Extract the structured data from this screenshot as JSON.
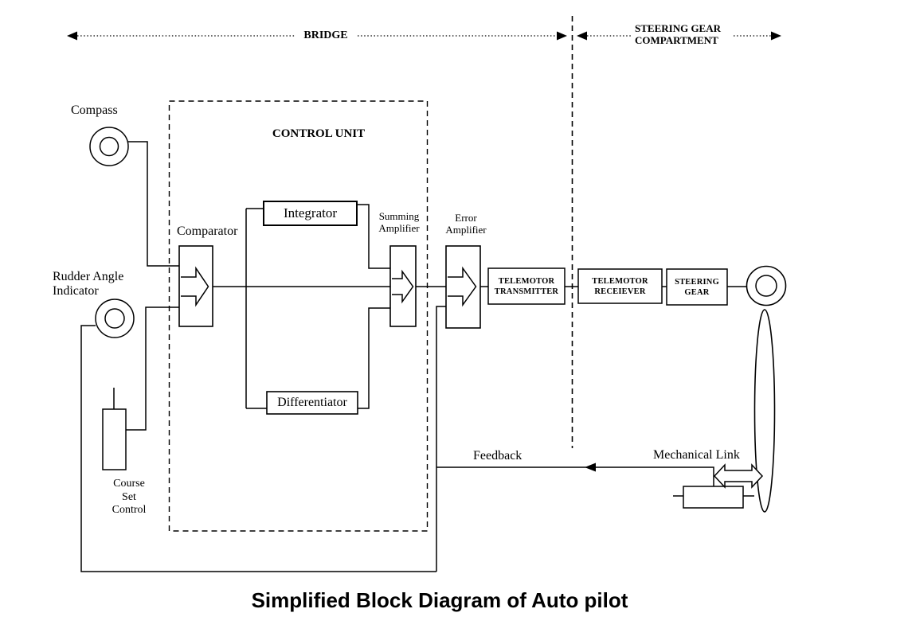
{
  "regions": {
    "bridge_label": "BRIDGE",
    "steering_compartment_line1": "STEERING GEAR",
    "steering_compartment_line2": "COMPARTMENT"
  },
  "blocks": {
    "control_unit": "CONTROL UNIT",
    "comparator": "Comparator",
    "integrator": "Integrator",
    "differentiator": "Differentiator",
    "summing_amplifier": {
      "line1": "Summing",
      "line2": "Amplifier"
    },
    "error_amplifier": {
      "line1": "Error",
      "line2": "Amplifier"
    },
    "telemotor_transmitter": {
      "line1": "TELEMOTOR",
      "line2": "TRANSMITTER"
    },
    "telemotor_receiver": {
      "line1": "TELEMOTOR",
      "line2": "RECEIEVER"
    },
    "steering_gear": {
      "line1": "STEERING",
      "line2": "GEAR"
    }
  },
  "devices": {
    "compass": "Compass",
    "rudder_angle_indicator": {
      "line1": "Rudder Angle",
      "line2": "Indicator"
    },
    "course_set_control": {
      "line1": "Course",
      "line2": "Set",
      "line3": "Control"
    }
  },
  "connections": {
    "feedback": "Feedback",
    "mechanical_link": "Mechanical Link"
  },
  "title": "Simplified Block Diagram of Auto pilot",
  "colors": {
    "line": "#000000",
    "background": "#ffffff",
    "text": "#000000"
  }
}
